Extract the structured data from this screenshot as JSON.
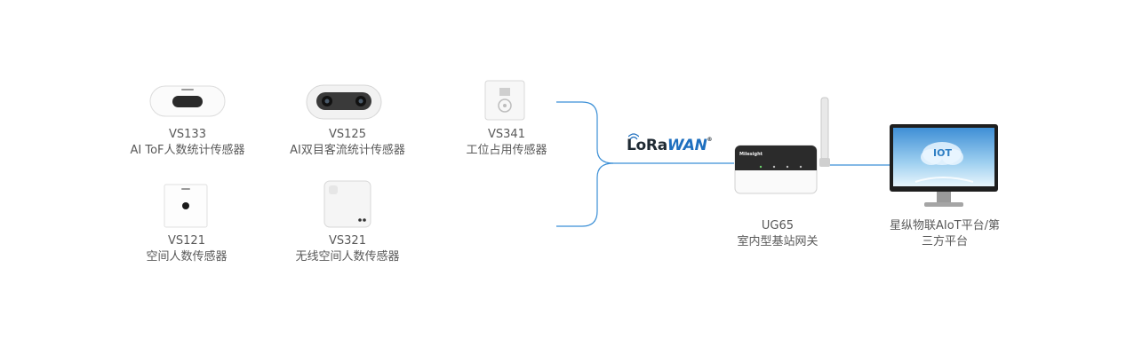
{
  "devices": [
    {
      "model": "VS133",
      "name": "AI ToF人数统计传感器"
    },
    {
      "model": "VS125",
      "name": "AI双目客流统计传感器"
    },
    {
      "model": "VS341",
      "name": "工位占用传感器"
    },
    {
      "model": "VS121",
      "name": "空间人数传感器"
    },
    {
      "model": "VS321",
      "name": "无线空间人数传感器"
    }
  ],
  "protocol": {
    "lora": "LoRa",
    "wan": "WAN",
    "mark": "®"
  },
  "gateway": {
    "model": "UG65",
    "name": "室内型基站网关",
    "brand": "Milesight"
  },
  "platform": {
    "line1": "星纵物联AIoT平台/第",
    "line2": "三方平台",
    "screen_text": "IOT"
  },
  "brand_mark": "Milesight",
  "colors": {
    "connector": "#3b8fd6",
    "text": "#595959",
    "lora_wan": "#1e6fbf"
  }
}
